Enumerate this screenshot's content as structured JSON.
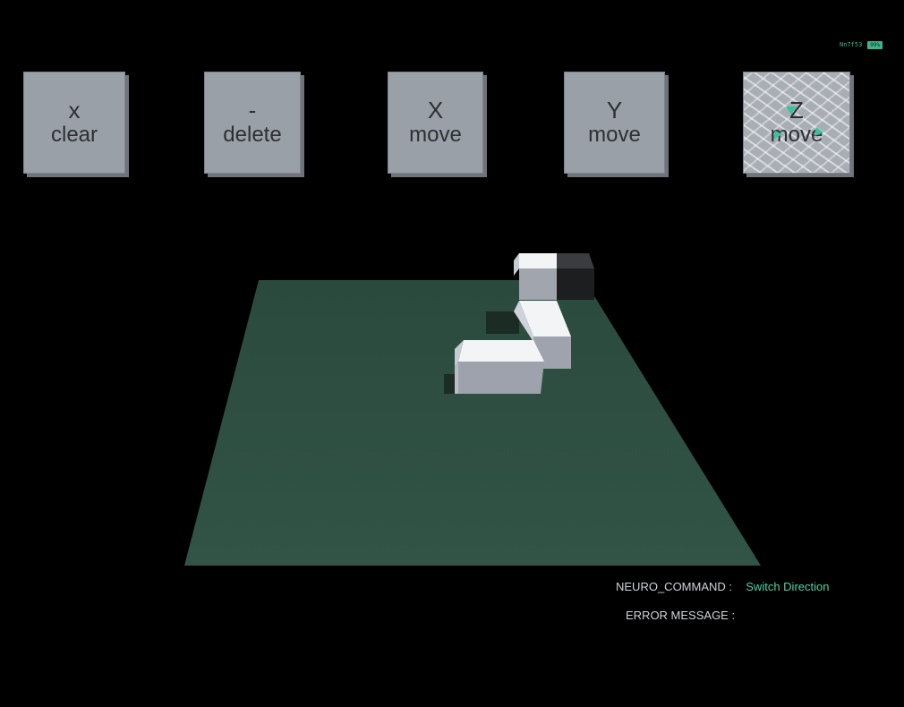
{
  "status": {
    "label": "Nn7f53",
    "badge": "99%"
  },
  "tiles": [
    {
      "id": "clear",
      "symbol": "x",
      "word": "clear"
    },
    {
      "id": "delete",
      "symbol": "-",
      "word": "delete"
    },
    {
      "id": "x-move",
      "symbol": "X",
      "word": "move"
    },
    {
      "id": "y-move",
      "symbol": "Y",
      "word": "move"
    },
    {
      "id": "z-move",
      "symbol": "Z",
      "word": "move"
    }
  ],
  "hud": {
    "neuro_command_label": "NEURO_COMMAND :",
    "neuro_command_value": "Switch Direction",
    "error_message_label": "ERROR MESSAGE :",
    "error_message_value": ""
  },
  "colors": {
    "background": "#000000",
    "tile": "#9aa0a8",
    "board": "#2f4a40",
    "accent": "#4fd1a8",
    "block_light": "#f2f3f5",
    "block_side": "#9ea3ad",
    "block_dark": "#2a2b2d"
  }
}
